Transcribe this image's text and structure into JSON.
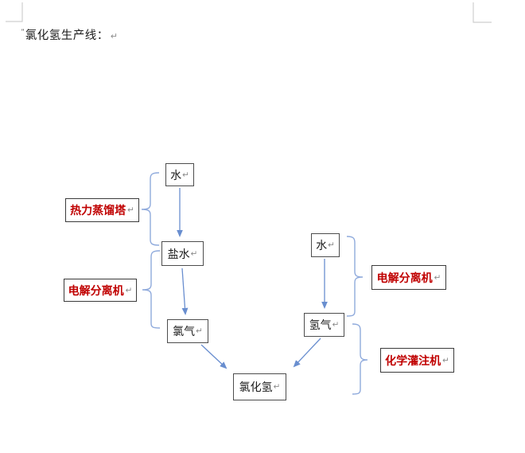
{
  "page": {
    "title": "氯化氢生产线：",
    "title_prefix_mark": "\"",
    "return_mark": "↵"
  },
  "diagram": {
    "nodes": [
      {
        "id": "water-left",
        "label": "水"
      },
      {
        "id": "brine",
        "label": "盐水"
      },
      {
        "id": "chlorine-gas",
        "label": "氯气"
      },
      {
        "id": "water-right",
        "label": "水"
      },
      {
        "id": "hydrogen-gas",
        "label": "氢气"
      },
      {
        "id": "hydrogen-chloride",
        "label": "氯化氢"
      }
    ],
    "labels": [
      {
        "id": "thermal-distillation-tower",
        "text": "热力蒸馏塔"
      },
      {
        "id": "electrolysis-separator-left",
        "text": "电解分离机"
      },
      {
        "id": "electrolysis-separator-right",
        "text": "电解分离机"
      },
      {
        "id": "chemical-filling-machine",
        "text": "化学灌注机"
      }
    ],
    "colors": {
      "arrow": "#4472C4",
      "brace": "#8FAADC",
      "label_text": "#C00000",
      "node_border": "#4D4D4D",
      "label_border": "#3B3B3B"
    }
  }
}
